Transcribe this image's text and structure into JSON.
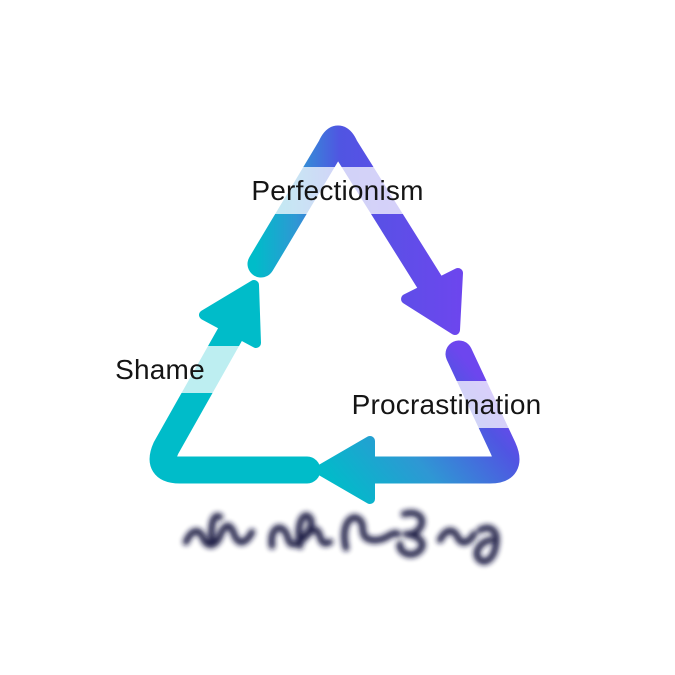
{
  "diagram": {
    "type": "cycle-triangle",
    "nodes": [
      {
        "id": "perfectionism",
        "label": "Perfectionism"
      },
      {
        "id": "procrastination",
        "label": "Procrastination"
      },
      {
        "id": "shame",
        "label": "Shame"
      }
    ],
    "flow": [
      {
        "from": "Perfectionism",
        "to": "Procrastination"
      },
      {
        "from": "Procrastination",
        "to": "Shame"
      },
      {
        "from": "Shame",
        "to": "Perfectionism"
      }
    ],
    "colors": {
      "teal": "#00bcc9",
      "blue": "#2f97d4",
      "indigo": "#5055e2",
      "violet": "#6d46ee",
      "label_background": "rgba(255,255,255,0.74)",
      "label_text": "#151515",
      "watermark": "#15173f"
    }
  },
  "watermark": {
    "legible": false,
    "appearance": "blurred dark handwritten script, bottom center"
  }
}
